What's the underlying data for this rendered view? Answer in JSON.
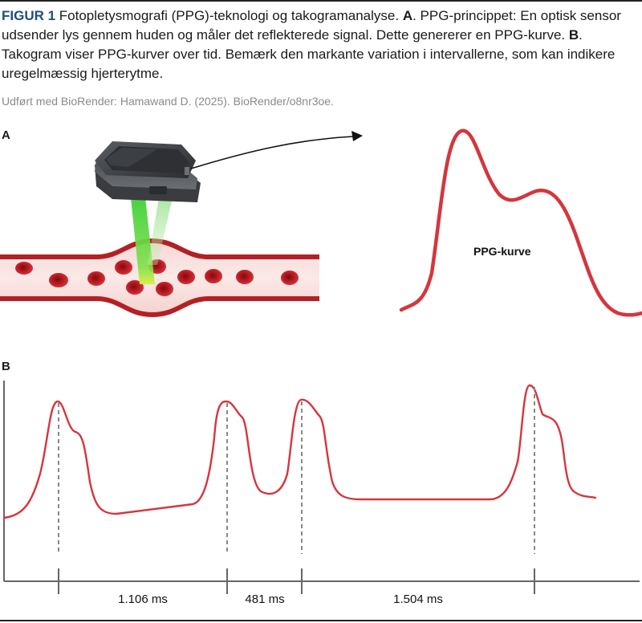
{
  "caption": {
    "figure_label": "FIGUR 1",
    "intro": " Fotopletysmografi (PPG)-teknologi og takogramanalyse. ",
    "a_label": "A",
    "a_text": ". PPG-princippet: En optisk sensor udsender lys gennem huden og måler det reflekterede signal. Dette genererer en PPG-kurve. ",
    "b_label": "B",
    "b_text": ". Takogram viser PPG-kurver over tid. Bemærk den markante variation i intervallerne, som kan indikere uregelmæssig hjerterytme."
  },
  "credit": "Udført med BioRender: Hamawand D. (2025). BioRender/o8nr3oe.",
  "panel_a": {
    "label": "A",
    "curve_label": "PPG-kurve"
  },
  "panel_b": {
    "label": "B",
    "intervals": [
      "1.106 ms",
      "481 ms",
      "1.504 ms"
    ]
  },
  "colors": {
    "curve": "#d4363d",
    "accent": "#1f4e7a",
    "vessel": "#c0272d",
    "light_green": "#5ad03c"
  }
}
